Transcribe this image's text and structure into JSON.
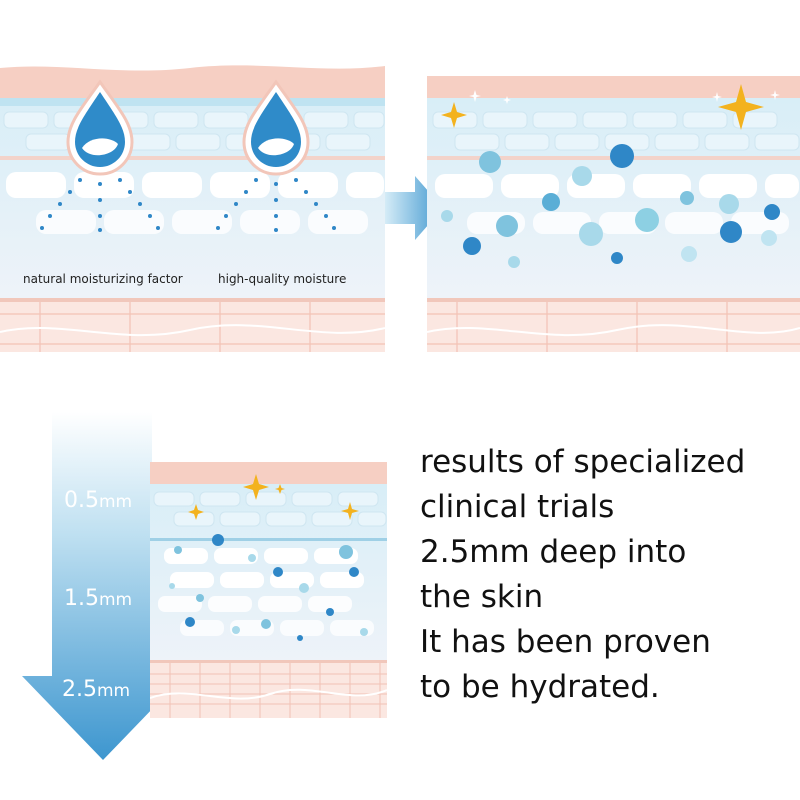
{
  "panel_before": {
    "label_left": "natural moisturizing factor",
    "label_right": "high-quality moisture"
  },
  "depth_scale": {
    "items": [
      {
        "value": "0.5",
        "unit": "mm"
      },
      {
        "value": "1.5",
        "unit": "mm"
      },
      {
        "value": "2.5",
        "unit": "mm"
      }
    ]
  },
  "description": {
    "lines": [
      "results of specialized",
      "clinical trials",
      "2.5mm deep into",
      "the skin",
      "It has been proven",
      "to be hydrated."
    ]
  },
  "colors": {
    "skin_pink": "#f6cfc3",
    "layer_blue": "#bfe3f1",
    "cell_white": "#ffffff",
    "deep_blue": "#2f87c7",
    "sparkle_gold": "#f3b21e",
    "text": "#111111"
  }
}
